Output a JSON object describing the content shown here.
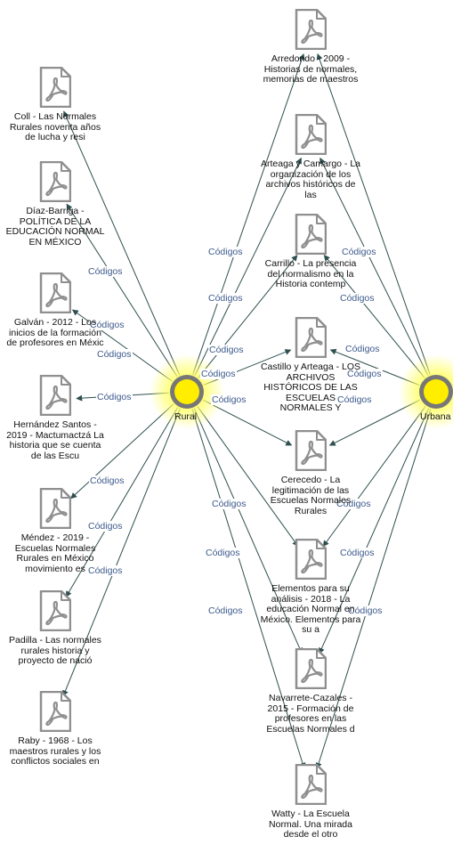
{
  "codes": [
    {
      "id": "rural",
      "label": "Rural"
    },
    {
      "id": "urbana",
      "label": "Urbana"
    }
  ],
  "edge_label": "Códigos",
  "documents": [
    {
      "id": "coll",
      "label": "Coll - Las Normales Rurales noventa años de lucha y resi"
    },
    {
      "id": "diaz",
      "label": "Díaz-Barriga - POLÍTICA DE LA EDUCACIÓN NORMAL EN MÉXICO"
    },
    {
      "id": "galvan",
      "label": "Galván - 2012 - Los inicios de la formación de profesores en Méxic"
    },
    {
      "id": "hernandez",
      "label": "Hernández Santos - 2019 - Mactumactzá La historia que se cuenta de las Escu"
    },
    {
      "id": "mendez",
      "label": "Méndez - 2019 - Escuelas Normales Rurales en México movimiento es"
    },
    {
      "id": "padilla",
      "label": "Padilla - Las normales rurales historia y proyecto de nació"
    },
    {
      "id": "raby",
      "label": "Raby - 1968 - Los maestros rurales y los conflictos sociales en"
    },
    {
      "id": "arredondo",
      "label": "Arredondo - 2009 - Historias de normales, memorias de maestros"
    },
    {
      "id": "arteaga",
      "label": "Arteaga y Camargo - La organización de los archivos históricos de las"
    },
    {
      "id": "carrillo",
      "label": "Carrillo - La presencia del normalismo en la Historia contemp"
    },
    {
      "id": "castillo",
      "label": "Castillo y Arteaga - LOS ARCHIVOS HISTÓRICOS DE LAS ESCUELAS NORMALES Y"
    },
    {
      "id": "cerecedo",
      "label": "Cerecedo - La legitimación de las Escuelas Normales Rurales"
    },
    {
      "id": "elementos",
      "label": "Elementos para su análisis - 2018 - La educación Normal en México. Elementos para su a"
    },
    {
      "id": "navarrete",
      "label": "Navarrete-Cazales - 2015 - Formación de profesores en las Escuelas Normales d"
    },
    {
      "id": "watty",
      "label": "Watty - La Escuela Normal. Una mirada desde el otro"
    }
  ],
  "links": [
    {
      "source": "rural",
      "target": "coll"
    },
    {
      "source": "rural",
      "target": "diaz"
    },
    {
      "source": "rural",
      "target": "galvan"
    },
    {
      "source": "rural",
      "target": "hernandez"
    },
    {
      "source": "rural",
      "target": "mendez"
    },
    {
      "source": "rural",
      "target": "padilla"
    },
    {
      "source": "rural",
      "target": "raby"
    },
    {
      "source": "rural",
      "target": "arredondo"
    },
    {
      "source": "rural",
      "target": "arteaga"
    },
    {
      "source": "rural",
      "target": "carrillo"
    },
    {
      "source": "rural",
      "target": "castillo"
    },
    {
      "source": "rural",
      "target": "cerecedo"
    },
    {
      "source": "rural",
      "target": "elementos"
    },
    {
      "source": "rural",
      "target": "navarrete"
    },
    {
      "source": "rural",
      "target": "watty"
    },
    {
      "source": "urbana",
      "target": "arredondo"
    },
    {
      "source": "urbana",
      "target": "arteaga"
    },
    {
      "source": "urbana",
      "target": "carrillo"
    },
    {
      "source": "urbana",
      "target": "castillo"
    },
    {
      "source": "urbana",
      "target": "cerecedo"
    },
    {
      "source": "urbana",
      "target": "elementos"
    },
    {
      "source": "urbana",
      "target": "navarrete"
    },
    {
      "source": "urbana",
      "target": "watty"
    }
  ],
  "colors": {
    "edge": "#2f4f4f",
    "edge_label": "#3d5a8c",
    "node_ring": "#777777",
    "node_fill": "#ffee00",
    "glow": "#ffff66",
    "pdf_icon": "#8f8f8f"
  }
}
